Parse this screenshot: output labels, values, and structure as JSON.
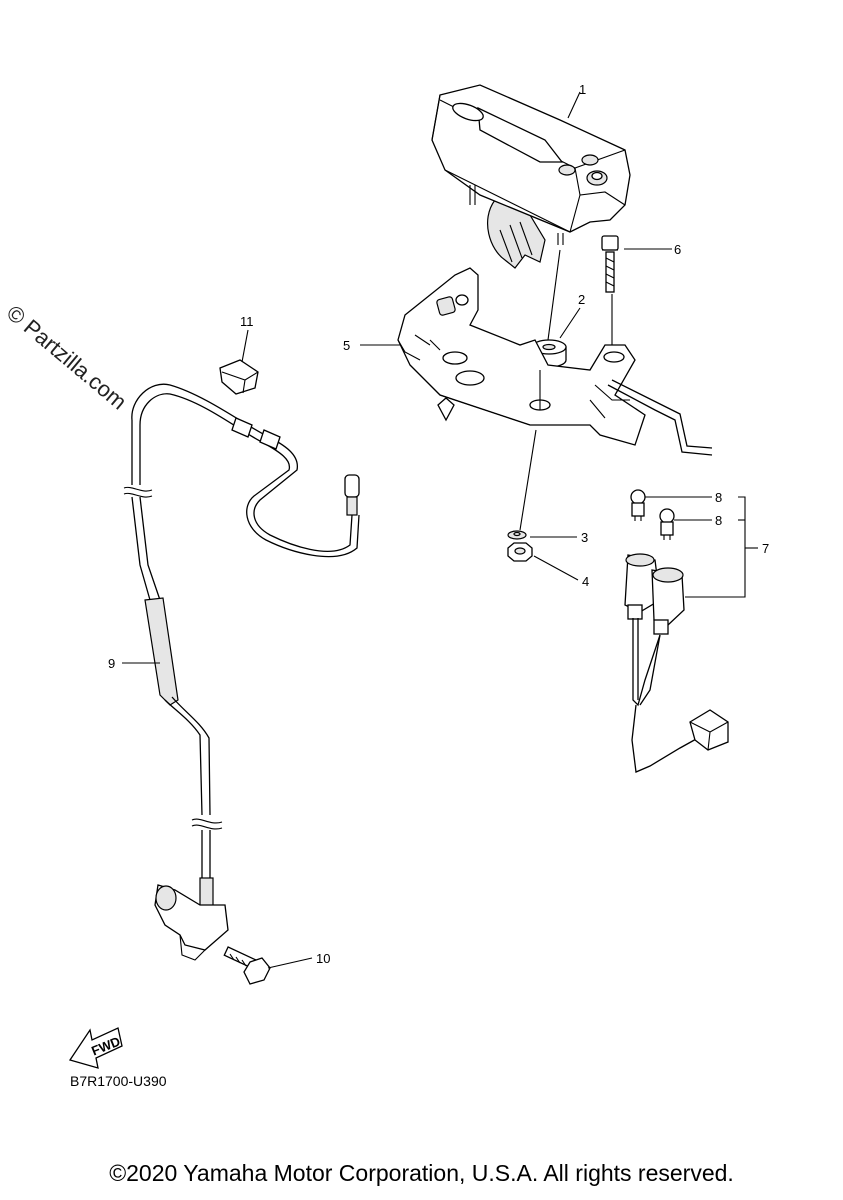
{
  "watermark": "© Partzilla.com",
  "diagram_code": "B7R1700-U390",
  "copyright": "©2020 Yamaha Motor Corporation, U.S.A. All rights reserved.",
  "fwd_label": "FWD",
  "callouts": {
    "c1": "1",
    "c2": "2",
    "c3": "3",
    "c4": "4",
    "c5": "5",
    "c6": "6",
    "c7": "7",
    "c8a": "8",
    "c8b": "8",
    "c9": "9",
    "c10": "10",
    "c11": "11"
  },
  "parts": [
    {
      "ref": "1",
      "icon": "meter-assembly-icon"
    },
    {
      "ref": "2",
      "icon": "grommet-icon"
    },
    {
      "ref": "3",
      "icon": "washer-icon"
    },
    {
      "ref": "4",
      "icon": "nut-icon"
    },
    {
      "ref": "5",
      "icon": "meter-bracket-icon"
    },
    {
      "ref": "6",
      "icon": "bolt-icon"
    },
    {
      "ref": "7",
      "icon": "socket-cord-icon"
    },
    {
      "ref": "8",
      "icon": "bulb-icon"
    },
    {
      "ref": "9",
      "icon": "speed-sensor-lead-icon"
    },
    {
      "ref": "10",
      "icon": "bolt-icon"
    },
    {
      "ref": "11",
      "icon": "clamp-icon"
    }
  ]
}
